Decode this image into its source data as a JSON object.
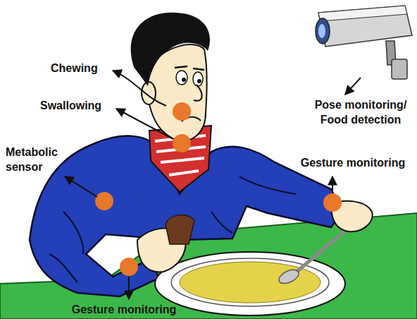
{
  "diagram": {
    "labels": [
      "Chewing",
      "Pose monitoring/ Food detection",
      "Swallowing",
      "Gesture monitoring",
      "Metabolic sensor",
      "Gesture monitoring"
    ]
  }
}
